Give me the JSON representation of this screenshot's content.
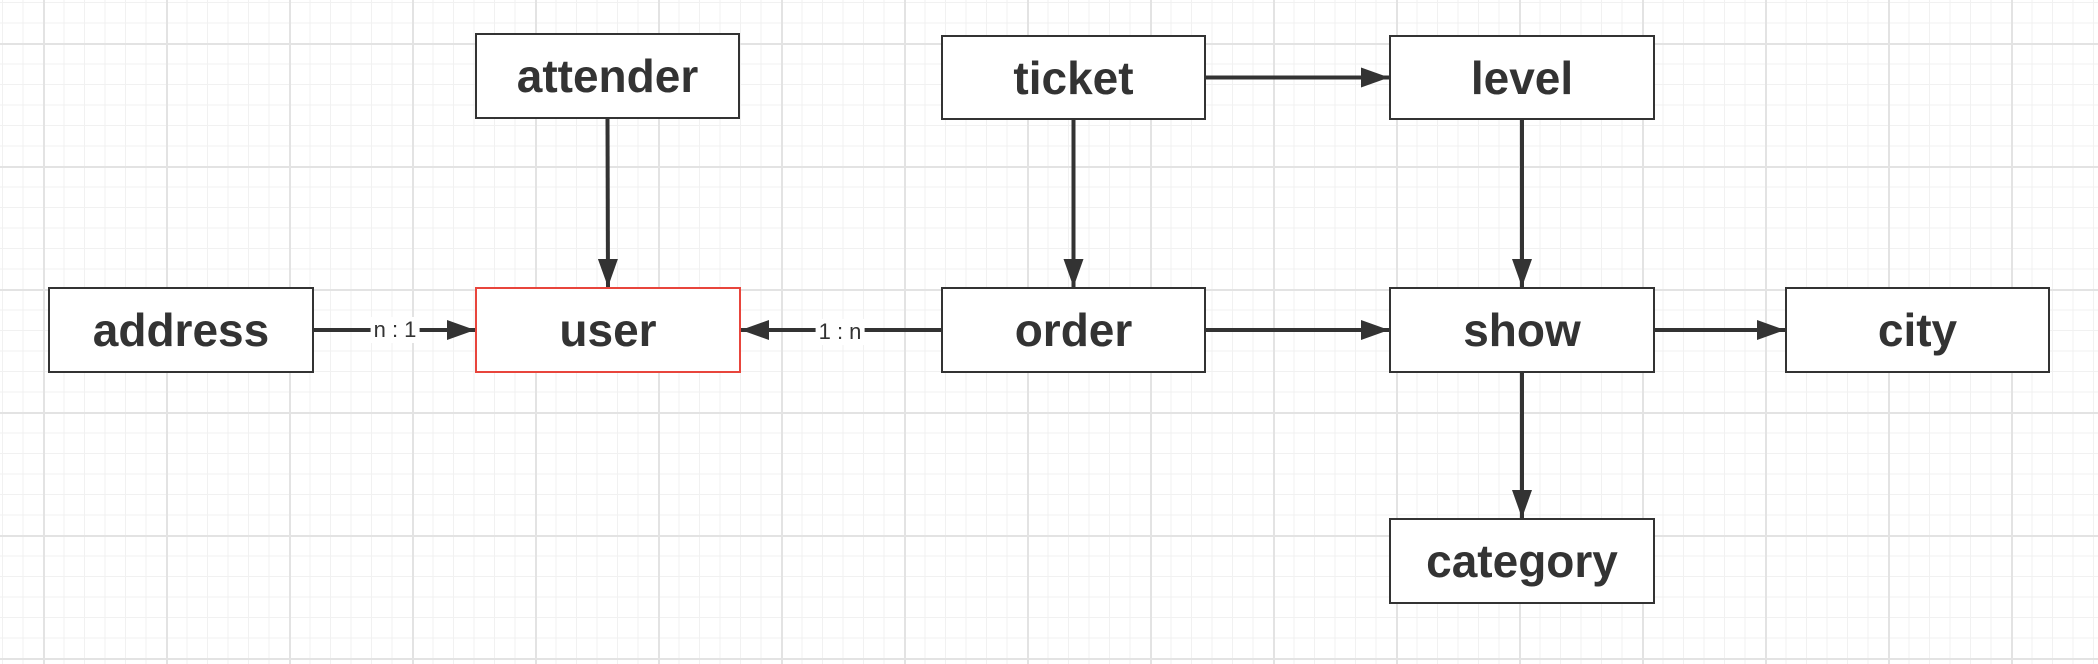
{
  "colors": {
    "node_border": "#333333",
    "highlight_border": "#e8453c",
    "edge": "#333333"
  },
  "nodes": {
    "attender": "attender",
    "ticket": "ticket",
    "level": "level",
    "address": "address",
    "user": "user",
    "order": "order",
    "show": "show",
    "city": "city",
    "category": "category"
  },
  "edges": [
    {
      "from": "address",
      "to": "user",
      "label": "n : 1"
    },
    {
      "from": "attender",
      "to": "user",
      "label": ""
    },
    {
      "from": "order",
      "to": "user",
      "label": "1 : n"
    },
    {
      "from": "ticket",
      "to": "order",
      "label": ""
    },
    {
      "from": "ticket",
      "to": "level",
      "label": ""
    },
    {
      "from": "level",
      "to": "show",
      "label": ""
    },
    {
      "from": "order",
      "to": "show",
      "label": ""
    },
    {
      "from": "show",
      "to": "city",
      "label": ""
    },
    {
      "from": "show",
      "to": "category",
      "label": ""
    }
  ]
}
